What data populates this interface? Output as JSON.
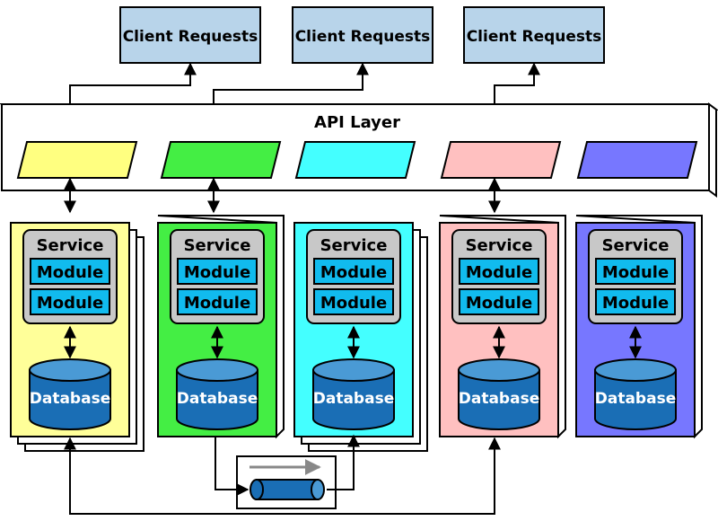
{
  "clients": [
    {
      "label": "Client Requests"
    },
    {
      "label": "Client Requests"
    },
    {
      "label": "Client Requests"
    }
  ],
  "api_layer": {
    "title": "API Layer",
    "endpoints": [
      {
        "color": "#ffff80"
      },
      {
        "color": "#44ee44"
      },
      {
        "color": "#44ffff"
      },
      {
        "color": "#ffc0c0"
      },
      {
        "color": "#7777ff"
      }
    ]
  },
  "services": [
    {
      "color": "#ffff99",
      "stacked": true,
      "service_label": "Service",
      "modules": [
        "Module",
        "Module"
      ],
      "db_label": "Database"
    },
    {
      "color": "#44ee44",
      "stacked": false,
      "service_label": "Service",
      "modules": [
        "Module",
        "Module"
      ],
      "db_label": "Database"
    },
    {
      "color": "#44ffff",
      "stacked": true,
      "service_label": "Service",
      "modules": [
        "Module",
        "Module"
      ],
      "db_label": "Database"
    },
    {
      "color": "#ffc0c0",
      "stacked": false,
      "service_label": "Service",
      "modules": [
        "Module",
        "Module"
      ],
      "db_label": "Database"
    },
    {
      "color": "#7777ff",
      "stacked": false,
      "service_label": "Service",
      "modules": [
        "Module",
        "Module"
      ],
      "db_label": "Database"
    }
  ],
  "colors": {
    "client_box": "#b8d4ea",
    "service_box": "#c8c8c8",
    "module_box": "#11bbee",
    "database": "#1a6eb5",
    "database_top": "#4a9ad5",
    "queue": "#1a6eb5"
  },
  "icons": {
    "queue": "message-queue-icon",
    "arrow": "flow-arrow-icon"
  }
}
